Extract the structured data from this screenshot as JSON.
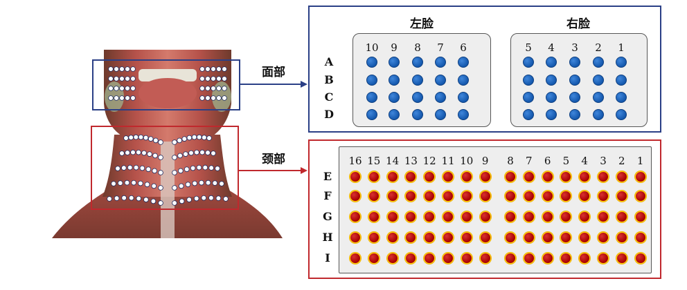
{
  "labels": {
    "face": "面部",
    "neck": "颈部"
  },
  "face": {
    "left_title": "左脸",
    "right_title": "右脸",
    "left_columns": [
      "10",
      "9",
      "8",
      "7",
      "6"
    ],
    "right_columns": [
      "5",
      "4",
      "3",
      "2",
      "1"
    ],
    "rows": [
      "A",
      "B",
      "C",
      "D"
    ],
    "dot_color": "#1a5fb4",
    "border_color": "#2a3f86"
  },
  "neck": {
    "columns": [
      "16",
      "15",
      "14",
      "13",
      "12",
      "11",
      "10",
      "9",
      "8",
      "7",
      "6",
      "5",
      "4",
      "3",
      "2",
      "1"
    ],
    "rows": [
      "E",
      "F",
      "G",
      "H",
      "I"
    ],
    "dot_color": "#b00000",
    "border_color": "#c0282d"
  }
}
